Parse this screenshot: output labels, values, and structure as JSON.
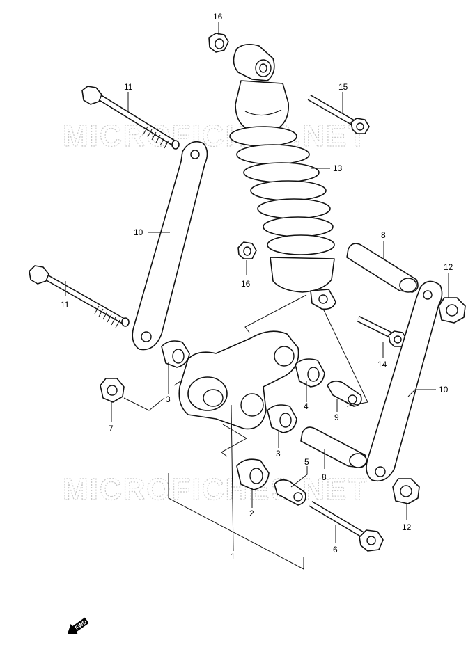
{
  "watermark": "MICROFICHES.NET",
  "fwd_label": "FWD",
  "callouts": {
    "c16a": "16",
    "c11a": "11",
    "c15": "15",
    "c13": "13",
    "c10a": "10",
    "c8a": "8",
    "c12a": "12",
    "c16b": "16",
    "c11b": "11",
    "c14": "14",
    "c3a": "3",
    "c4": "4",
    "c9": "9",
    "c10b": "10",
    "c7": "7",
    "c3b": "3",
    "c5": "5",
    "c8b": "8",
    "c2": "2",
    "c12b": "12",
    "c6": "6",
    "c1": "1"
  }
}
